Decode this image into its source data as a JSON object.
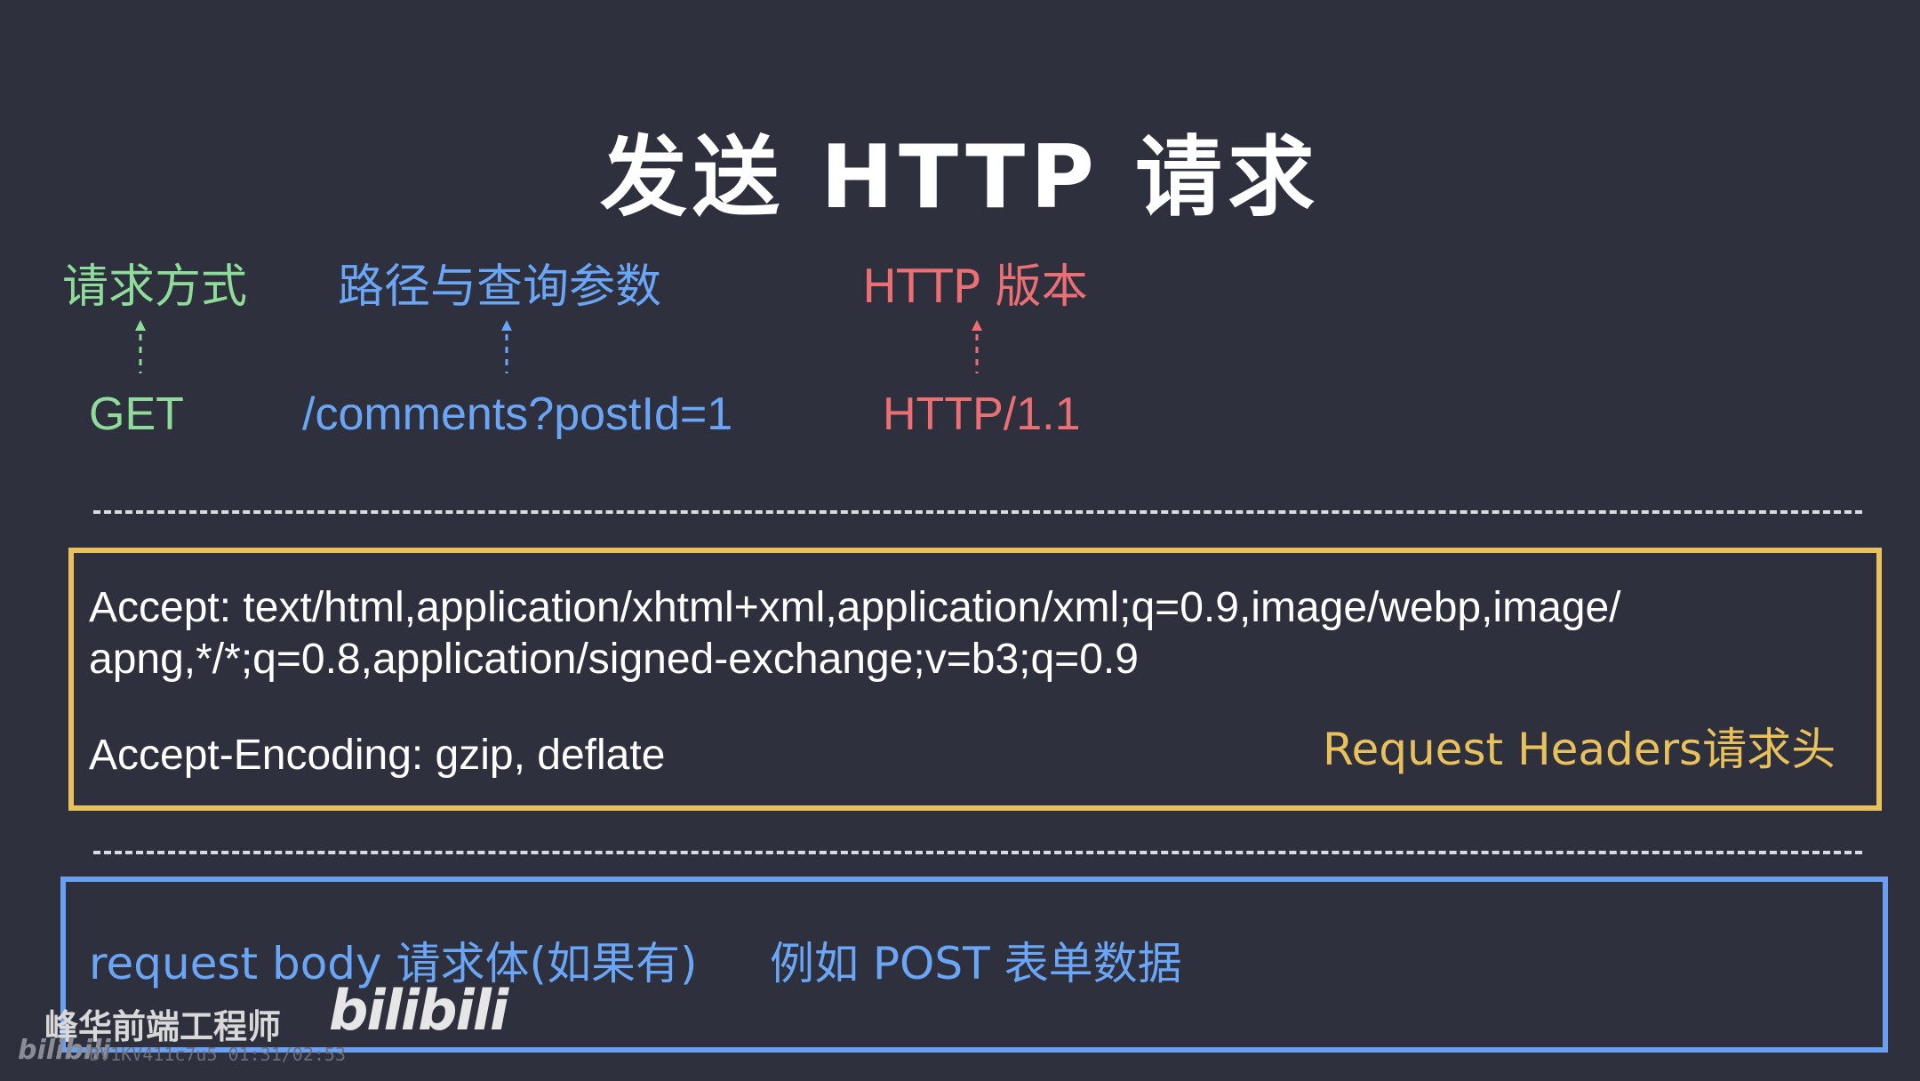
{
  "title": "发送 HTTP 请求",
  "request_line": {
    "method": {
      "label": "请求方式",
      "value": "GET",
      "color": "#8fdc9a"
    },
    "path": {
      "label": "路径与查询参数",
      "value": "/comments?postId=1",
      "color": "#6aa6f5"
    },
    "version": {
      "label": "HTTP 版本",
      "value": "HTTP/1.1",
      "color": "#ec6f73"
    }
  },
  "headers": {
    "accept_line1": "Accept: text/html,application/xhtml+xml,application/xml;q=0.9,image/webp,image/",
    "accept_line2": "apng,*/*;q=0.8,application/signed-exchange;v=b3;q=0.9",
    "accept_encoding": "Accept-Encoding: gzip, deflate",
    "label": "Request Headers请求头",
    "color": "#e9c15c"
  },
  "body": {
    "label": "request body 请求体(如果有)",
    "example": "例如 POST 表单数据",
    "color": "#6b9ff0"
  },
  "watermark": {
    "author": "峰华前端工程师",
    "logo": "bilibili",
    "small_logo": "bilibili",
    "video_id": "BV1KV411c7u5 01:31/02:53"
  }
}
